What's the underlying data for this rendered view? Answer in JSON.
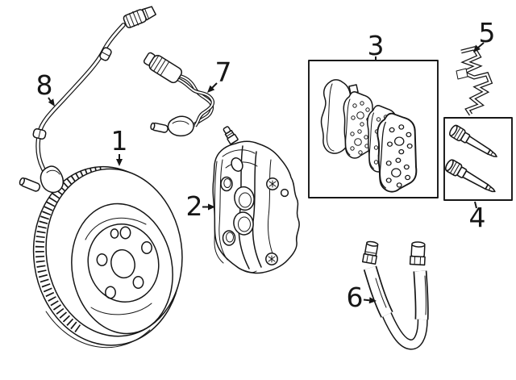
{
  "diagram": {
    "kind": "brake-parts-exploded-diagram",
    "background_color": "#ffffff",
    "line_color": "#161616",
    "callouts": [
      {
        "label": "1",
        "part": "disc-brake-rotor"
      },
      {
        "label": "2",
        "part": "brake-caliper"
      },
      {
        "label": "3",
        "part": "brake-pad-set"
      },
      {
        "label": "4",
        "part": "caliper-guide-pins"
      },
      {
        "label": "5",
        "part": "pad-retaining-clip"
      },
      {
        "label": "6",
        "part": "brake-hydraulic-hose"
      },
      {
        "label": "7",
        "part": "brake-pad-wear-sensor"
      },
      {
        "label": "8",
        "part": "abs-wheel-speed-sensor"
      }
    ]
  }
}
